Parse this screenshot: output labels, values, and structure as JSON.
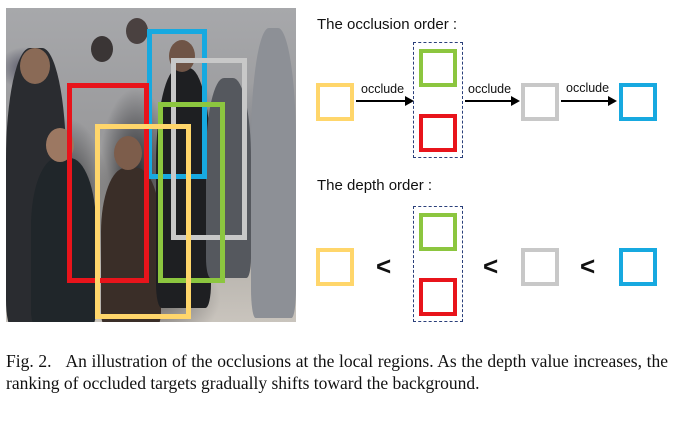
{
  "figure": {
    "occlusion_title": "The occlusion order :",
    "depth_title": "The depth order :",
    "occlude_label": "occlude",
    "less_than": "<",
    "colors": {
      "red": "#e8141b",
      "yellow": "#ffd66b",
      "blue": "#17a9e0",
      "green": "#8cc63f",
      "gray": "#c8c8c8",
      "dashed_group": "#2a3f7a"
    },
    "occlusion_sequence": [
      "yellow",
      "green+red",
      "gray",
      "blue"
    ],
    "depth_sequence": [
      "yellow",
      "green+red",
      "gray",
      "blue"
    ]
  },
  "caption": {
    "label": "Fig. 2.",
    "text": "An illustration of the occlusions at the local regions. As the depth value increases, the ranking of occluded targets gradually shifts toward the background."
  }
}
